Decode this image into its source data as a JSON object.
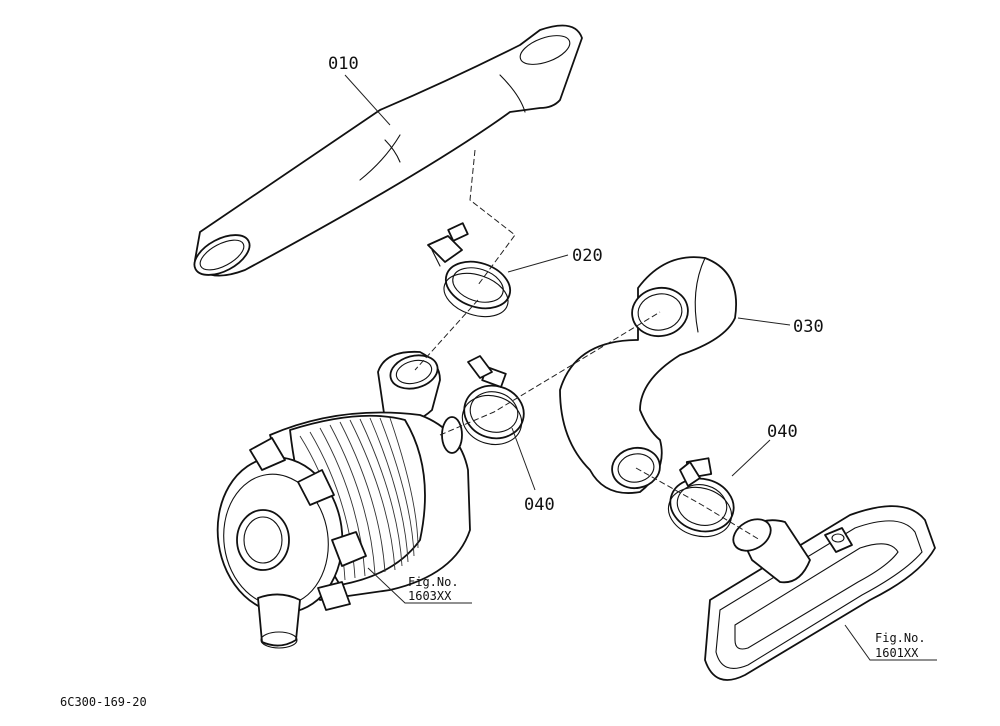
{
  "callouts": {
    "p010": "010",
    "p020": "020",
    "p030": "030",
    "p040a": "040",
    "p040b": "040"
  },
  "references": {
    "left_fig_label": "Fig.No.",
    "left_fig_number": "1603XX",
    "right_fig_label": "Fig.No.",
    "right_fig_number": "1601XX"
  },
  "diagram_code": "6C300-169-20"
}
